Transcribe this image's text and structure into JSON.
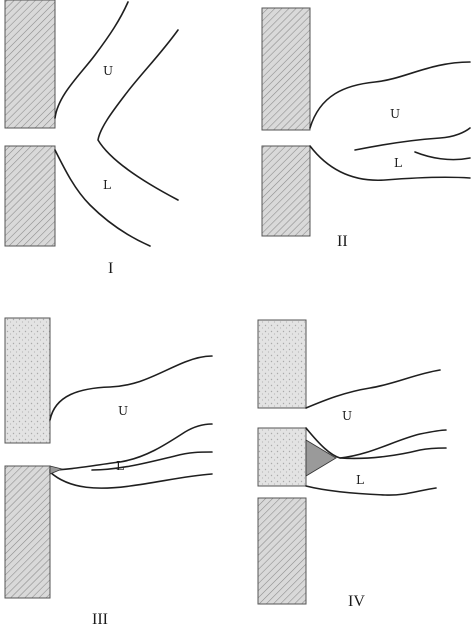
{
  "panels": [
    {
      "numeral": "I",
      "upper_label": "U",
      "lower_label": "L"
    },
    {
      "numeral": "II",
      "upper_label": "U",
      "lower_label": "L"
    },
    {
      "numeral": "III",
      "upper_label": "U",
      "lower_label": "L"
    },
    {
      "numeral": "IV",
      "upper_label": "U",
      "lower_label": "L"
    }
  ],
  "colors": {
    "ink": "#1f1f1f",
    "wall_fill": "#d6d6d6",
    "background": "#ffffff"
  }
}
